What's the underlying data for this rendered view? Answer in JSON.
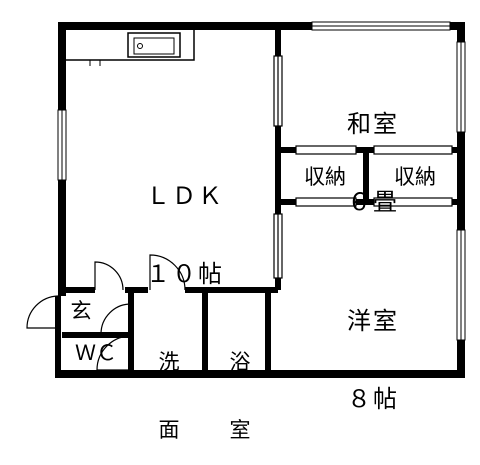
{
  "rooms": {
    "ldk": {
      "name": "ＬＤＫ",
      "size": "１０帖"
    },
    "washitsu": {
      "name": "和室",
      "size": "６畳"
    },
    "shuno_left": "収納",
    "shuno_right": "収納",
    "yoshitsu": {
      "name": "洋室",
      "size": "８帖"
    },
    "genkan": "玄",
    "wc": "ＷＣ",
    "senmen": {
      "line1": "洗",
      "line2": "面"
    },
    "yokushitsu": {
      "line1": "浴",
      "line2": "室"
    }
  }
}
